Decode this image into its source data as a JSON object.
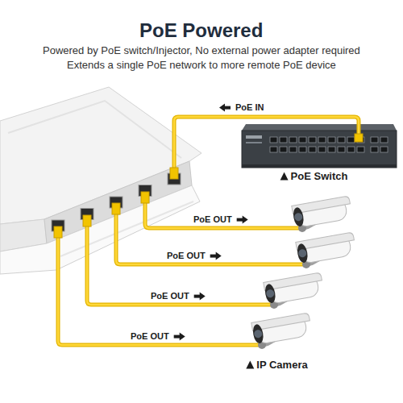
{
  "diagram": {
    "title": "PoE Powered",
    "nodes": [
      {
        "text": [
          "PoE Switch"
        ]
      },
      {
        "text": [
          "IP Camera"
        ]
      }
    ],
    "labels": [
      "Powered by PoE switch/Injector, No external power adapter required",
      "Extends a single PoE network to more remote PoE device",
      "PoE IN",
      "PoE OUT",
      "PoE OUT",
      "PoE OUT",
      "PoE OUT"
    ]
  }
}
